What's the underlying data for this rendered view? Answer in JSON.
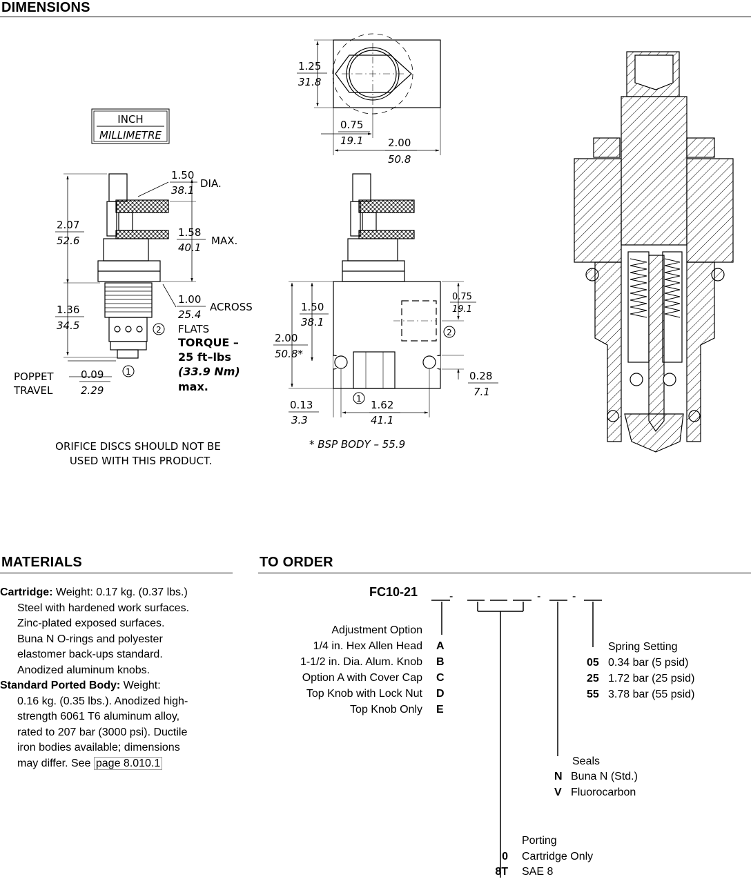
{
  "dimensions": {
    "title": "DIMENSIONS",
    "unit_box": {
      "inch": "INCH",
      "mm": "MILLIMETRE"
    },
    "labels": {
      "top_h_in": "1.25",
      "top_h_mm": "31.8",
      "top_port_in": "0.75",
      "top_port_mm": "19.1",
      "top_w_in": "2.00",
      "top_w_mm": "50.8",
      "knob_dia_in": "1.50",
      "knob_dia_mm": "38.1",
      "dia": "DIA.",
      "height_in": "2.07",
      "height_mm": "52.6",
      "max_in": "1.58",
      "max_mm": "40.1",
      "max": "MAX.",
      "cart_in": "1.36",
      "cart_mm": "34.5",
      "flats_in": "1.00",
      "flats_mm": "25.4",
      "across": "ACROSS",
      "flats": "FLATS",
      "torque1": "TORQUE –",
      "torque2": "25 ft–lbs",
      "torque3": "(33.9 Nm)",
      "torque4": "max.",
      "poppet1": "POPPET",
      "poppet2": "TRAVEL",
      "poppet_in": "0.09",
      "poppet_mm": "2.29",
      "body_h_in": "1.50",
      "body_h_mm": "38.1",
      "body_full_in": "2.00",
      "body_full_mm": "50.8*",
      "port2_in": "0.75",
      "port2_mm": "19.1",
      "hole_in": "0.28",
      "hole_mm": "7.1",
      "edge_in": "0.13",
      "edge_mm": "3.3",
      "port1_in": "1.62",
      "port1_mm": "41.1",
      "port_1": "1",
      "port_2": "2",
      "note_orifice1": "ORIFICE DISCS SHOULD NOT BE",
      "note_orifice2": "USED WITH THIS PRODUCT.",
      "note_bsp": "* BSP BODY – 55.9"
    }
  },
  "materials": {
    "title": "MATERIALS",
    "cartridge_label": "Cartridge:",
    "cartridge_first": " Weight: 0.17 kg. (0.37 lbs.)",
    "cartridge_lines": [
      "Steel with hardened work surfaces.",
      "Zinc-plated exposed surfaces.",
      "Buna N O-rings and polyester",
      "elastomer back-ups standard.",
      "Anodized aluminum knobs."
    ],
    "body_label": "Standard Ported Body:",
    "body_first": " Weight:",
    "body_lines": [
      "0.16 kg. (0.35 lbs.). Anodized high-",
      "strength 6061 T6 aluminum alloy,",
      "rated to 207 bar (3000 psi). Ductile",
      "iron bodies available; dimensions"
    ],
    "body_last_prefix": "may differ. See ",
    "body_link": "page 8.010.1"
  },
  "order": {
    "title": "TO ORDER",
    "model_code": "FC10-21",
    "adjustment": {
      "heading": "Adjustment Option",
      "options": [
        {
          "label": "1/4 in. Hex Allen Head",
          "code": "A"
        },
        {
          "label": "1-1/2 in. Dia. Alum. Knob",
          "code": "B"
        },
        {
          "label": "Option A with Cover Cap",
          "code": "C"
        },
        {
          "label": "Top Knob with Lock Nut",
          "code": "D"
        },
        {
          "label": "Top Knob Only",
          "code": "E"
        }
      ]
    },
    "spring": {
      "heading": "Spring Setting",
      "options": [
        {
          "code": "05",
          "label": "0.34 bar (5 psid)"
        },
        {
          "code": "25",
          "label": "1.72 bar (25 psid)"
        },
        {
          "code": "55",
          "label": "3.78 bar (55 psid)"
        }
      ]
    },
    "seals": {
      "heading": "Seals",
      "options": [
        {
          "code": "N",
          "label": "Buna N (Std.)"
        },
        {
          "code": "V",
          "label": "Fluorocarbon"
        }
      ]
    },
    "porting": {
      "heading": "Porting",
      "options": [
        {
          "code": "0",
          "label": "Cartridge Only"
        },
        {
          "code": "8T",
          "label": "SAE 8"
        }
      ]
    }
  }
}
